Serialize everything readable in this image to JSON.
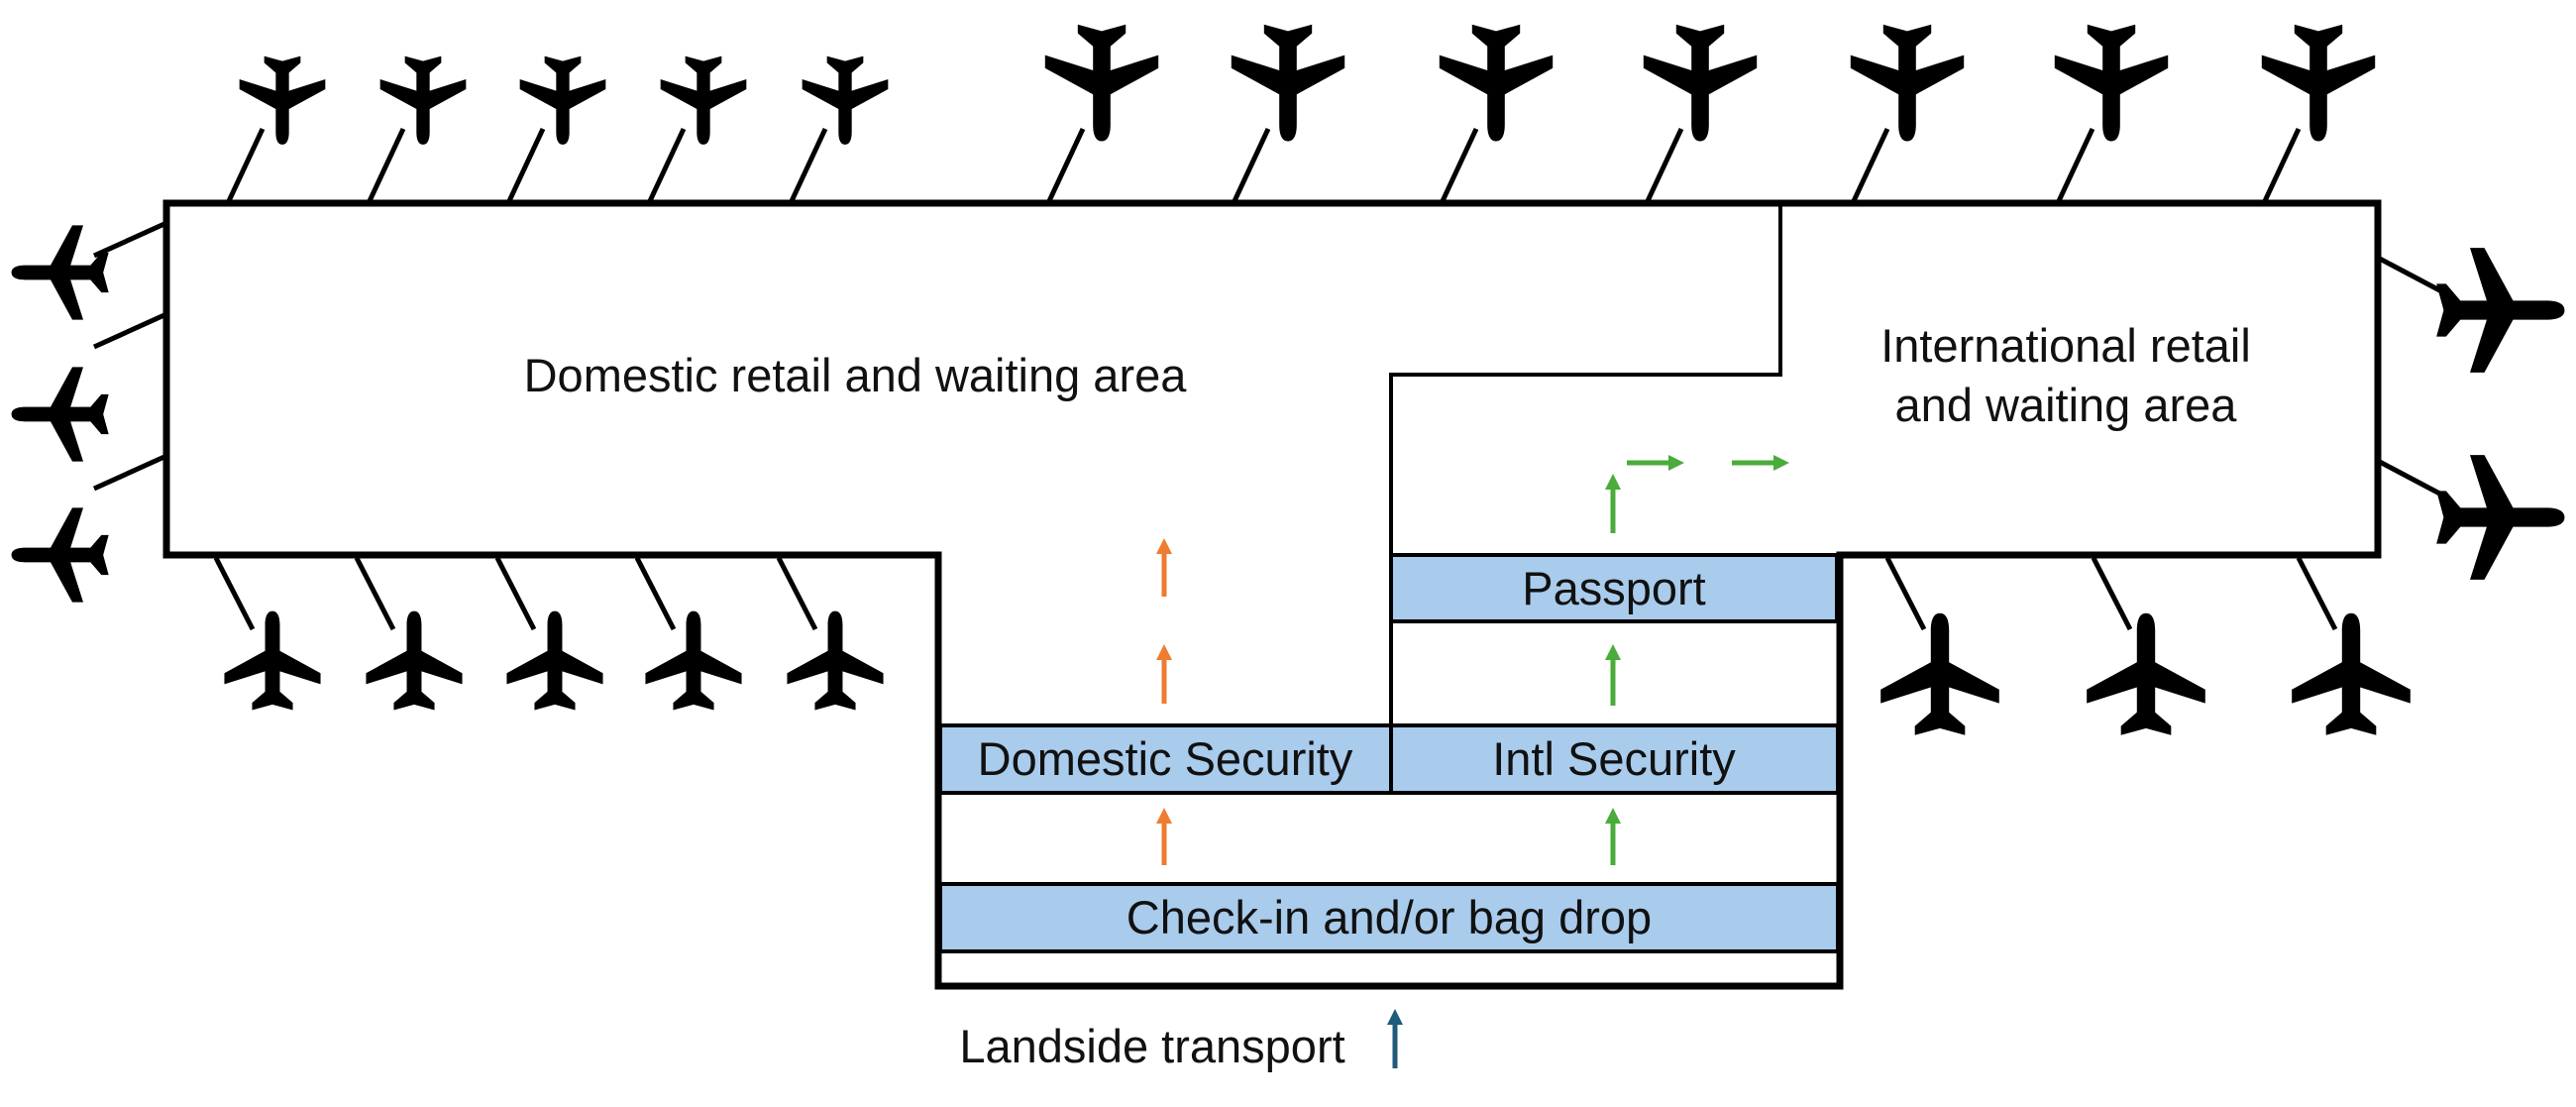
{
  "colors": {
    "outline": "#000000",
    "process_fill": "#a9cbec",
    "domestic_arrow": "#ed7d31",
    "international_arrow": "#4aac3a",
    "landside_arrow": "#1f5b7a",
    "aircraft": "#000000"
  },
  "areas": {
    "domestic": {
      "label": "Domestic retail and waiting area"
    },
    "international": {
      "label_line1": "International retail",
      "label_line2": "and waiting area"
    }
  },
  "process": {
    "passport": "Passport",
    "domestic_security": "Domestic Security",
    "intl_security": "Intl Security",
    "checkin": "Check-in and/or bag drop"
  },
  "landside": {
    "label": "Landside transport"
  },
  "aircraft_icon": "airplane-icon"
}
